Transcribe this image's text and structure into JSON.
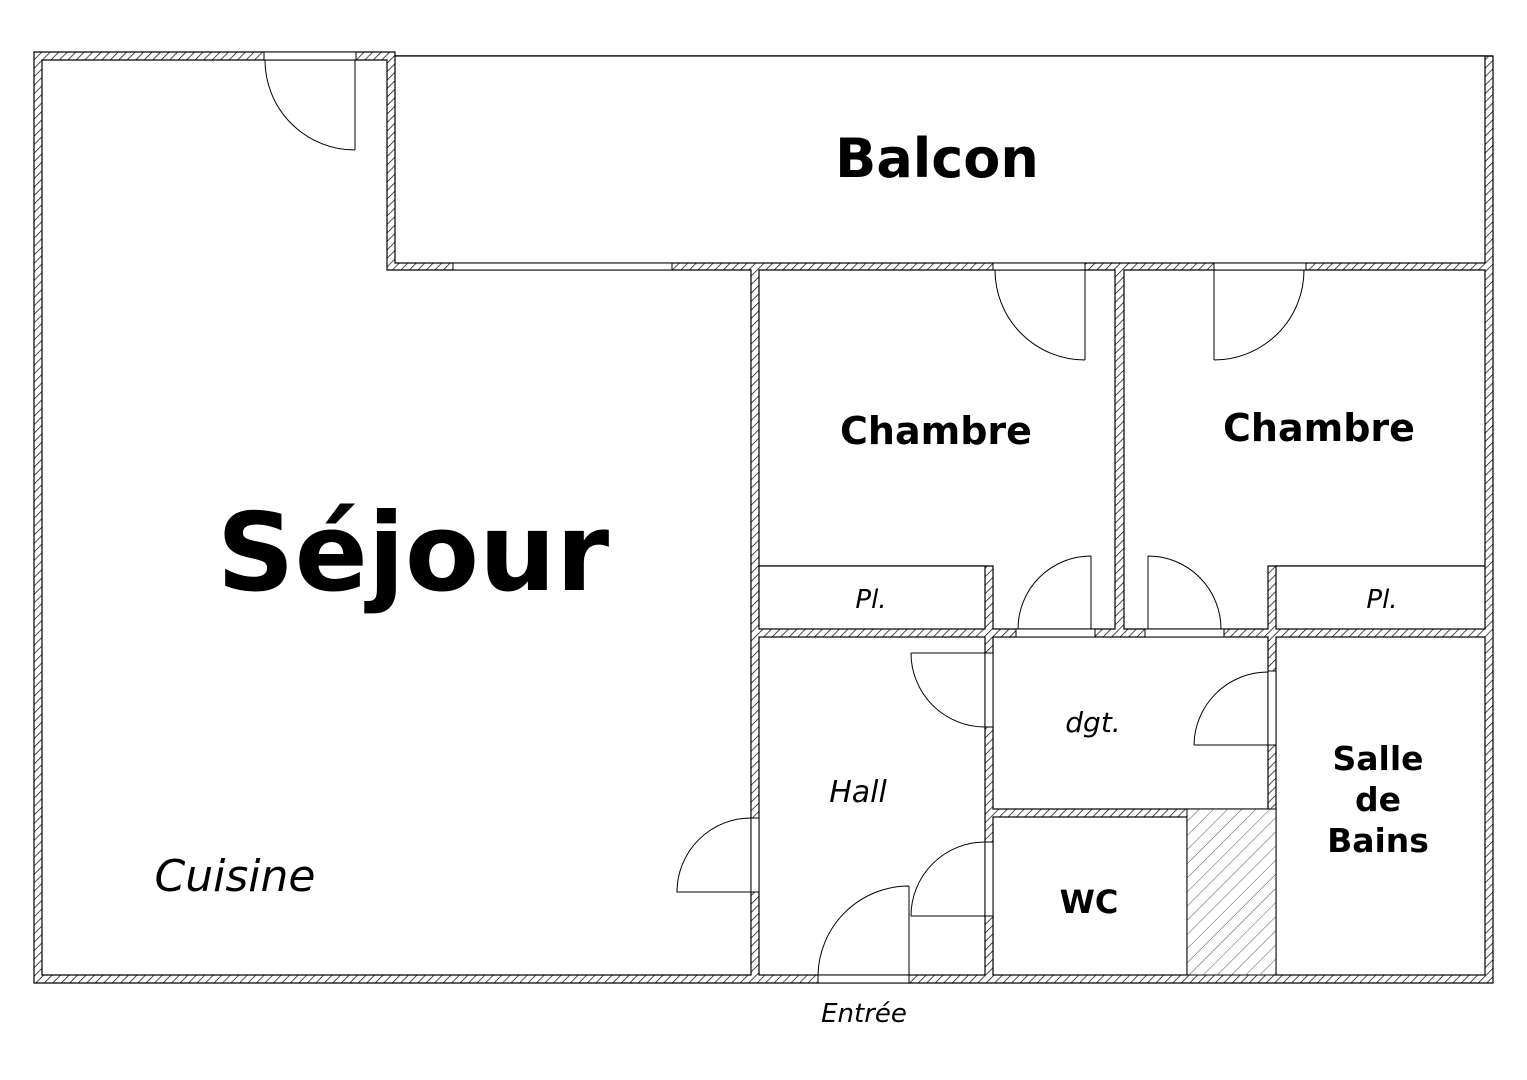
{
  "rooms": {
    "balcon": "Balcon",
    "sejour": "Séjour",
    "cuisine": "Cuisine",
    "chambre_1": "Chambre",
    "chambre_2": "Chambre",
    "placard_1": "Pl.",
    "placard_2": "Pl.",
    "degagement": "dgt.",
    "hall": "Hall",
    "wc": "WC",
    "salle_de_bains": [
      "Salle",
      "de",
      "Bains"
    ]
  },
  "entrance": "Entrée",
  "colors": {
    "walls": "#000000",
    "background": "#ffffff"
  }
}
